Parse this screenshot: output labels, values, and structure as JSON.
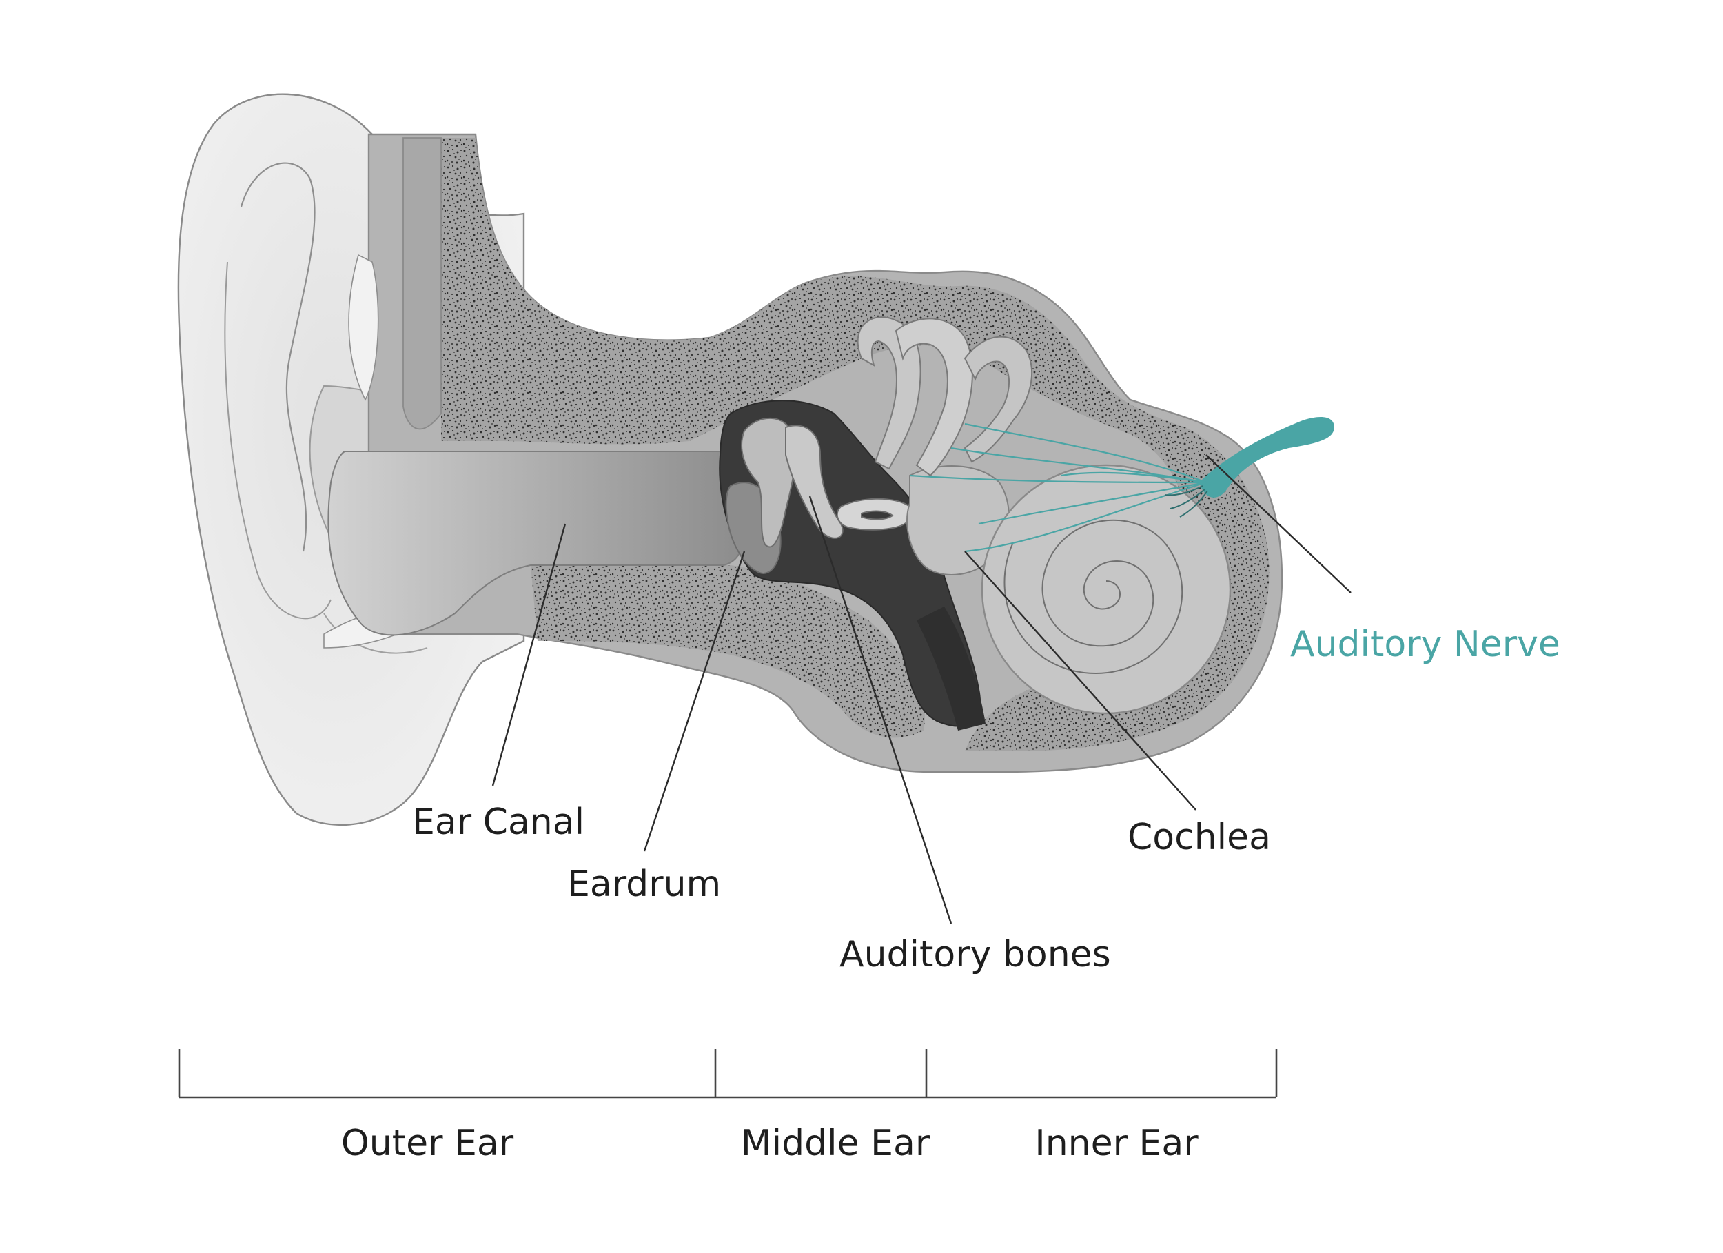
{
  "labels": {
    "ear_canal": "Ear Canal",
    "eardrum": "Eardrum",
    "auditory_bones": "Auditory bones",
    "cochlea": "Cochlea",
    "auditory_nerve": "Auditory Nerve"
  },
  "sections": {
    "outer_ear": "Outer Ear",
    "middle_ear": "Middle Ear",
    "inner_ear": "Inner Ear"
  },
  "colors": {
    "nerve": "#4aa5a5",
    "text": "#1e1e1e",
    "bone_texture": "#7a7a7a",
    "middle_cavity": "#3a3a3a",
    "pinna": "#e8e8e8"
  }
}
